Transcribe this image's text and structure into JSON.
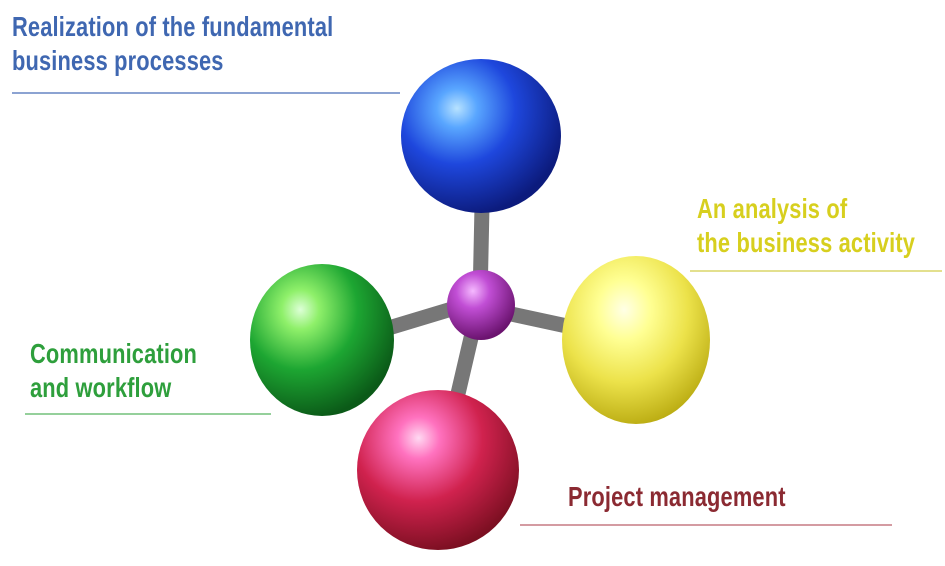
{
  "diagram": {
    "nodes": [
      {
        "id": "top",
        "lines": [
          "Realization of the fundamental",
          "business processes"
        ],
        "color": "#3f67b1",
        "sphere_color": "#1e2fbf"
      },
      {
        "id": "right",
        "lines": [
          "An analysis of",
          "the business activity"
        ],
        "color": "#d7cf1e",
        "sphere_color": "#e3e13b"
      },
      {
        "id": "left",
        "lines": [
          "Communication",
          "and workflow"
        ],
        "color": "#2e9f3c",
        "sphere_color": "#1ea33a"
      },
      {
        "id": "bottom",
        "lines": [
          "Project management"
        ],
        "color": "#8b2a32",
        "sphere_color": "#c81f43"
      }
    ],
    "hub_color": "#a126b6",
    "connector_color": "#777777"
  }
}
